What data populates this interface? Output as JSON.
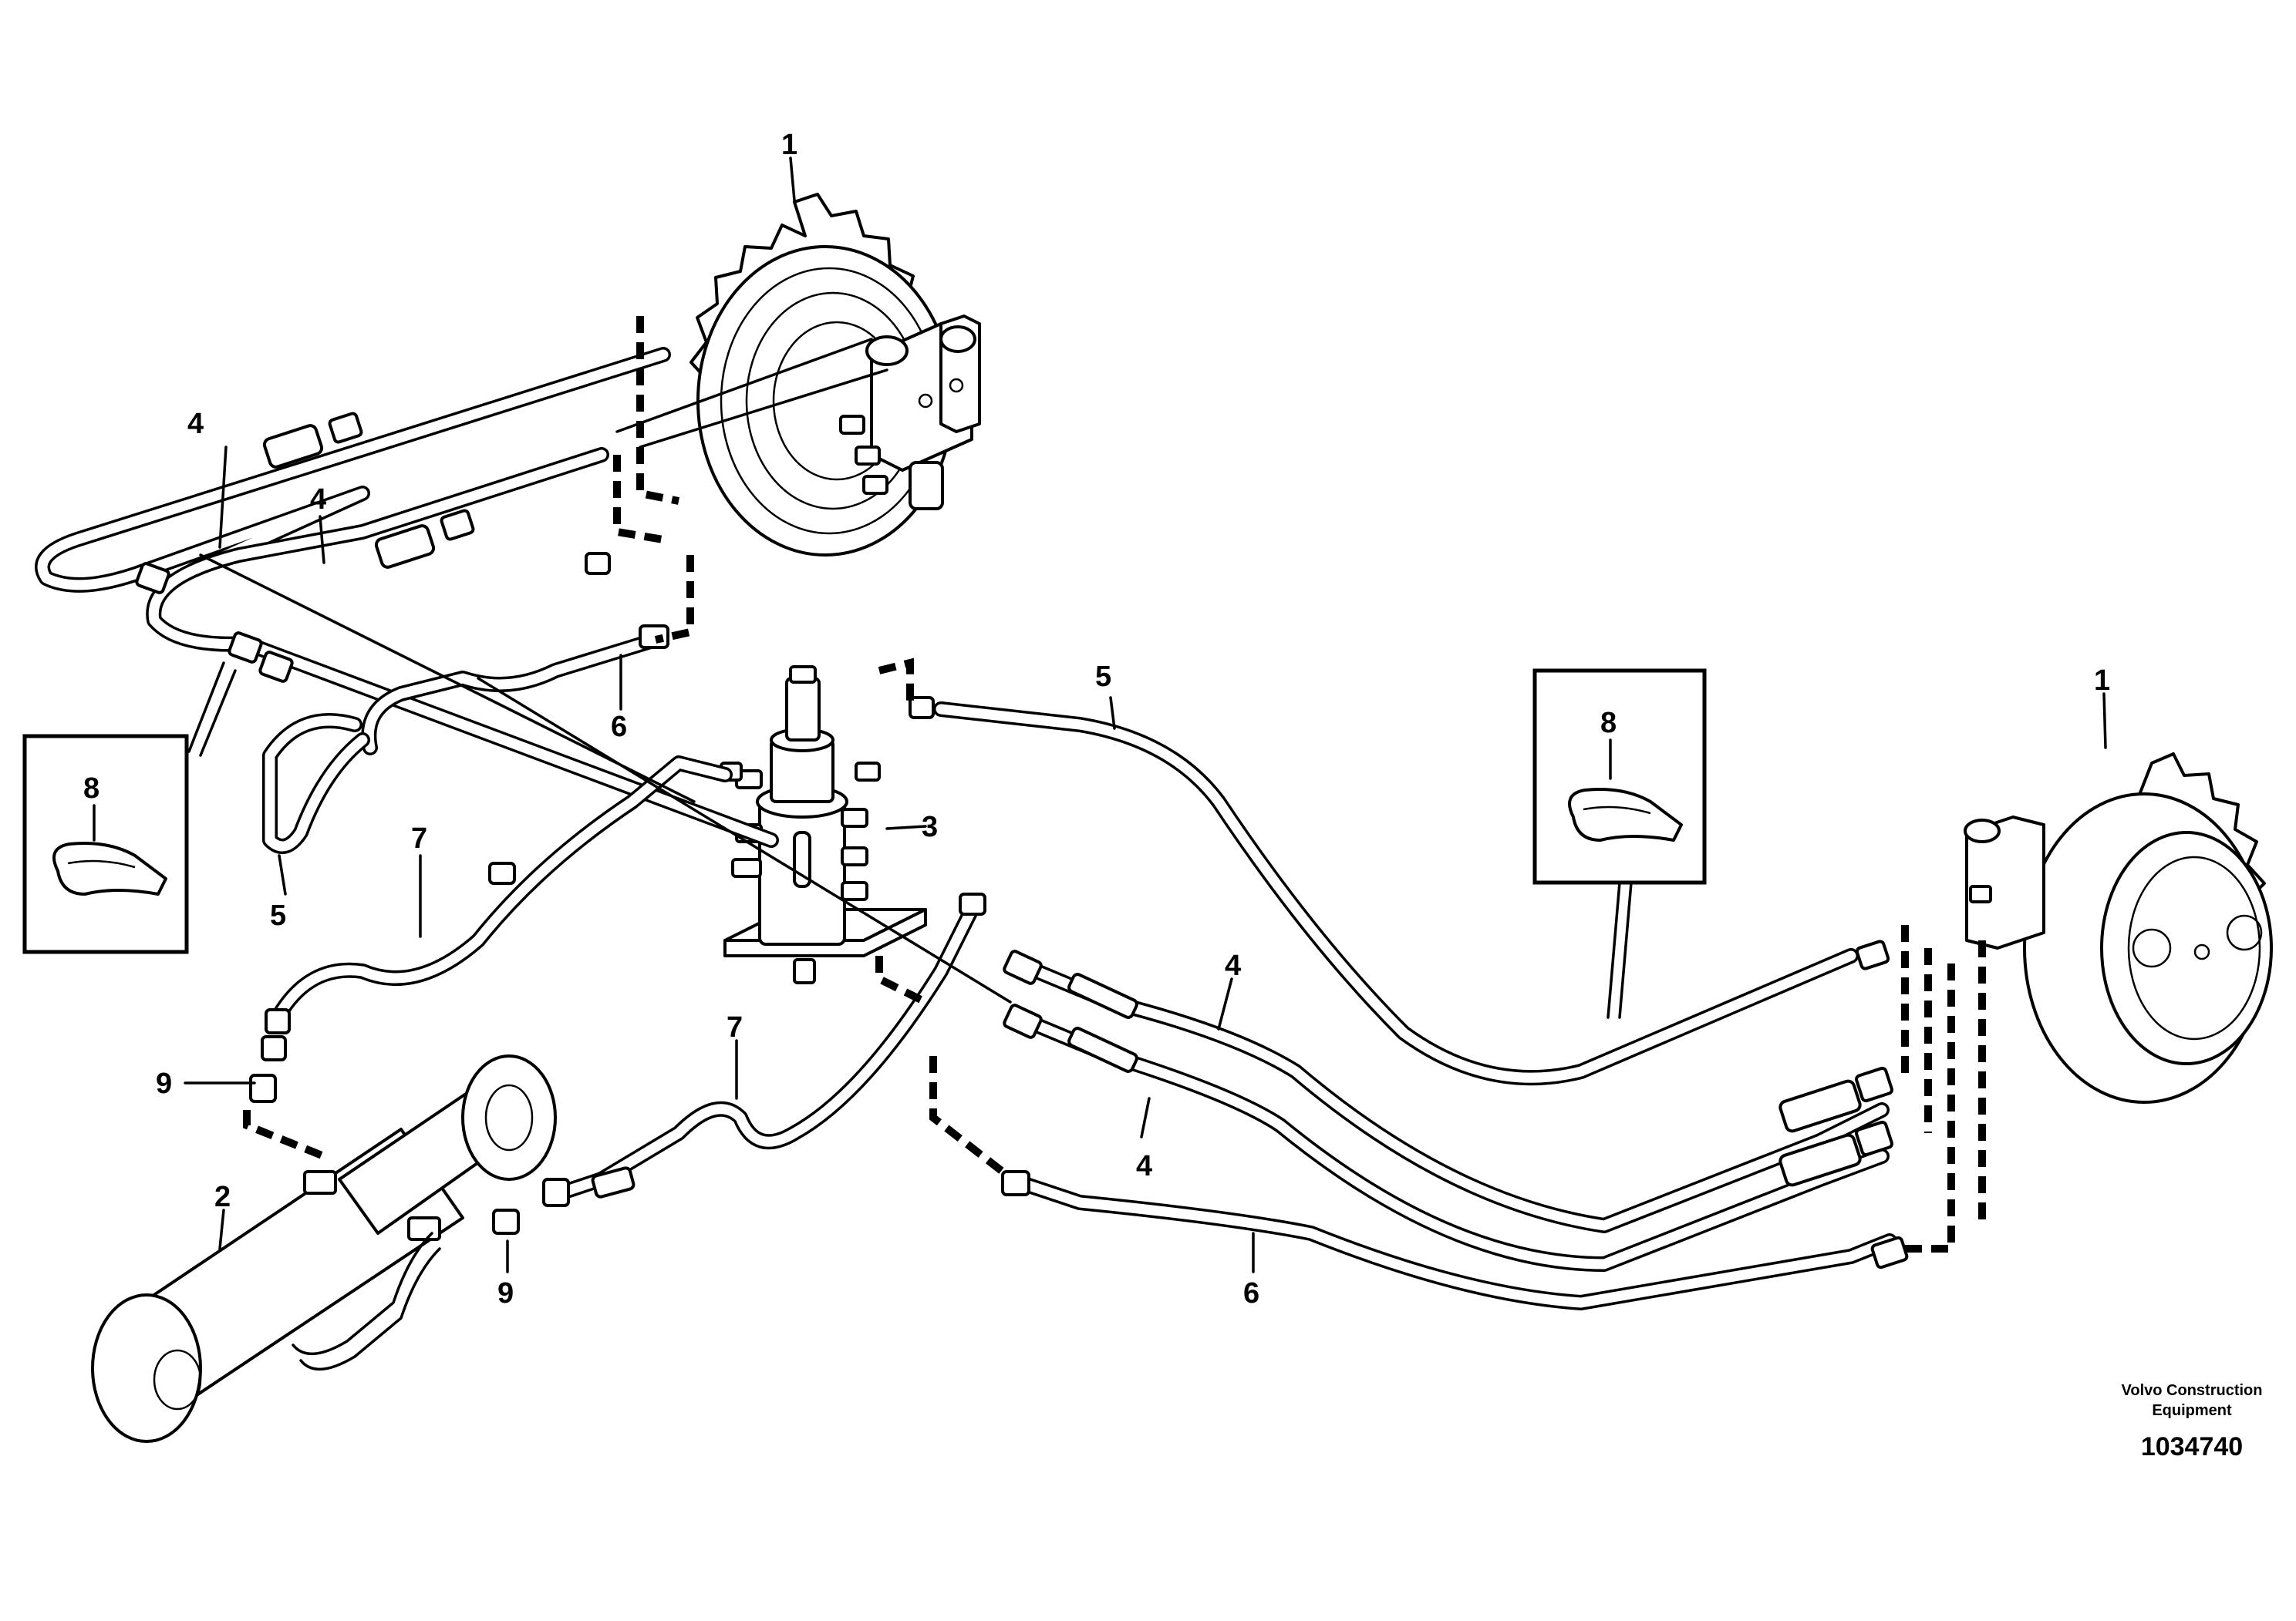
{
  "callouts": {
    "c1_top": "1",
    "c1_right": "1",
    "c2": "2",
    "c3": "3",
    "c4_a": "4",
    "c4_b": "4",
    "c4_c": "4",
    "c4_d": "4",
    "c5_a": "5",
    "c5_b": "5",
    "c6_a": "6",
    "c6_b": "6",
    "c7_a": "7",
    "c7_b": "7",
    "c8_left": "8",
    "c8_right": "8",
    "c9_a": "9",
    "c9_b": "9"
  },
  "branding": {
    "company_line1": "Volvo Construction",
    "company_line2": "Equipment",
    "drawing_number": "1034740"
  }
}
